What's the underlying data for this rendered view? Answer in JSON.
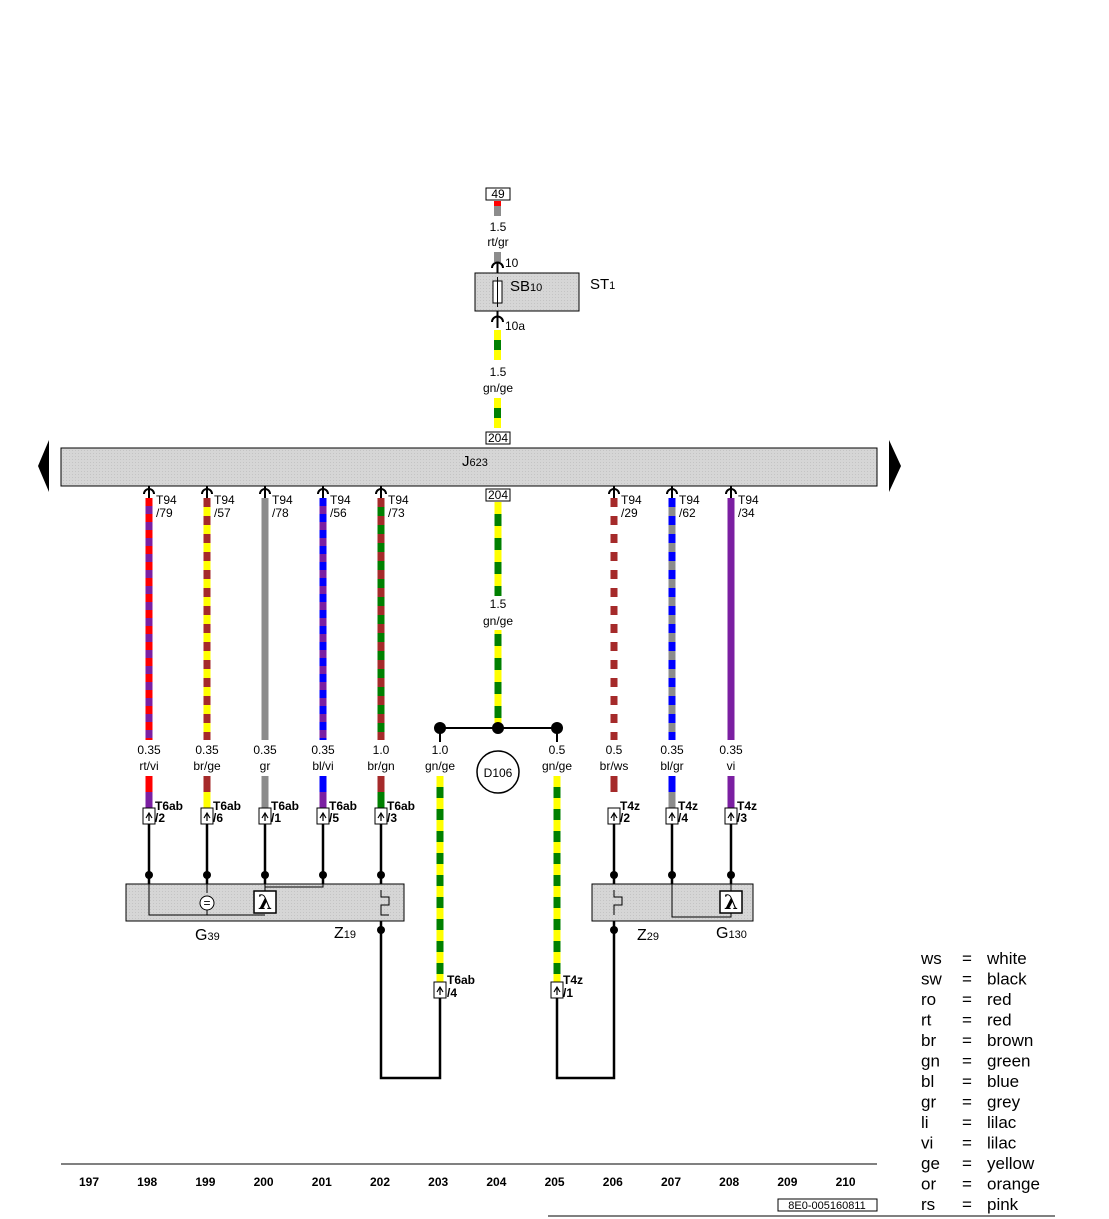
{
  "main_bus": {
    "label": "J",
    "sub": "623"
  },
  "top_feed": {
    "terminal": "49",
    "wire_in": {
      "size": "1.5",
      "color": "rt/gr"
    },
    "pin_in": "10",
    "fuse_label": "SB",
    "fuse_sub": "10",
    "carrier_label": "ST",
    "carrier_sub": "1",
    "pin_out": "10a",
    "wire_out": {
      "size": "1.5",
      "color": "gn/ge"
    },
    "bus_terminal_top": "204",
    "bus_terminal_bottom": "204"
  },
  "wires": [
    {
      "pin": "T94",
      "pin_no": "/79",
      "size": "0.35",
      "color": "rt/vi",
      "conn": "T6ab",
      "conn_no": "/2",
      "colors": [
        "#ff0000",
        "#7b1fa2"
      ]
    },
    {
      "pin": "T94",
      "pin_no": "/57",
      "size": "0.35",
      "color": "br/ge",
      "conn": "T6ab",
      "conn_no": "/6",
      "colors": [
        "#a52a2a",
        "#ffff00"
      ]
    },
    {
      "pin": "T94",
      "pin_no": "/78",
      "size": "0.35",
      "color": "gr",
      "conn": "T6ab",
      "conn_no": "/1",
      "colors": [
        "#8c8c8c",
        "#8c8c8c"
      ]
    },
    {
      "pin": "T94",
      "pin_no": "/56",
      "size": "0.35",
      "color": "bl/vi",
      "conn": "T6ab",
      "conn_no": "/5",
      "colors": [
        "#0000ff",
        "#7b1fa2"
      ]
    },
    {
      "pin": "T94",
      "pin_no": "/73",
      "size": "1.0",
      "color": "br/gn",
      "conn": "T6ab",
      "conn_no": "/3",
      "colors": [
        "#a52a2a",
        "#008000"
      ]
    },
    {
      "pin": "T94",
      "pin_no": "/29",
      "size": "0.5",
      "color": "br/ws",
      "conn": "T4z",
      "conn_no": "/2",
      "colors": [
        "#a52a2a",
        "#ffffff"
      ]
    },
    {
      "pin": "T94",
      "pin_no": "/62",
      "size": "0.35",
      "color": "bl/gr",
      "conn": "T4z",
      "conn_no": "/4",
      "colors": [
        "#0000ff",
        "#8c8c8c"
      ]
    },
    {
      "pin": "T94",
      "pin_no": "/34",
      "size": "0.35",
      "color": "vi",
      "conn": "T4z",
      "conn_no": "/3",
      "colors": [
        "#7b1fa2",
        "#7b1fa2"
      ]
    }
  ],
  "center_wire": {
    "size": "1.5",
    "color": "gn/ge"
  },
  "splice": {
    "label": "D106"
  },
  "branch_left": {
    "size": "1.0",
    "color": "gn/ge",
    "conn": "T6ab",
    "conn_no": "/4"
  },
  "branch_right": {
    "size": "0.5",
    "color": "gn/ge",
    "conn": "T4z",
    "conn_no": "/1"
  },
  "components": {
    "g39": {
      "label": "G",
      "sub": "39"
    },
    "z19": {
      "label": "Z",
      "sub": "19"
    },
    "z29": {
      "label": "Z",
      "sub": "29"
    },
    "g130": {
      "label": "G",
      "sub": "130"
    }
  },
  "lambda_symbol": "λ",
  "equal_symbol": "=",
  "columns": [
    "197",
    "198",
    "199",
    "200",
    "201",
    "202",
    "203",
    "204",
    "205",
    "206",
    "207",
    "208",
    "209",
    "210"
  ],
  "doc_number": "8E0-005160811",
  "legend": [
    {
      "code": "ws",
      "eq": "=",
      "name": "white"
    },
    {
      "code": "sw",
      "eq": "=",
      "name": "black"
    },
    {
      "code": "ro",
      "eq": "=",
      "name": "red"
    },
    {
      "code": "rt",
      "eq": "=",
      "name": "red"
    },
    {
      "code": "br",
      "eq": "=",
      "name": "brown"
    },
    {
      "code": "gn",
      "eq": "=",
      "name": "green"
    },
    {
      "code": "bl",
      "eq": "=",
      "name": "blue"
    },
    {
      "code": "gr",
      "eq": "=",
      "name": "grey"
    },
    {
      "code": "li",
      "eq": "=",
      "name": "lilac"
    },
    {
      "code": "vi",
      "eq": "=",
      "name": "lilac"
    },
    {
      "code": "ge",
      "eq": "=",
      "name": "yellow"
    },
    {
      "code": "or",
      "eq": "=",
      "name": "orange"
    },
    {
      "code": "rs",
      "eq": "=",
      "name": "pink"
    }
  ],
  "colors": {
    "green": "#008000",
    "yellow": "#ffff00",
    "grey": "#8c8c8c",
    "red": "#ff0000",
    "bus_fill": "#d3d3d3"
  }
}
